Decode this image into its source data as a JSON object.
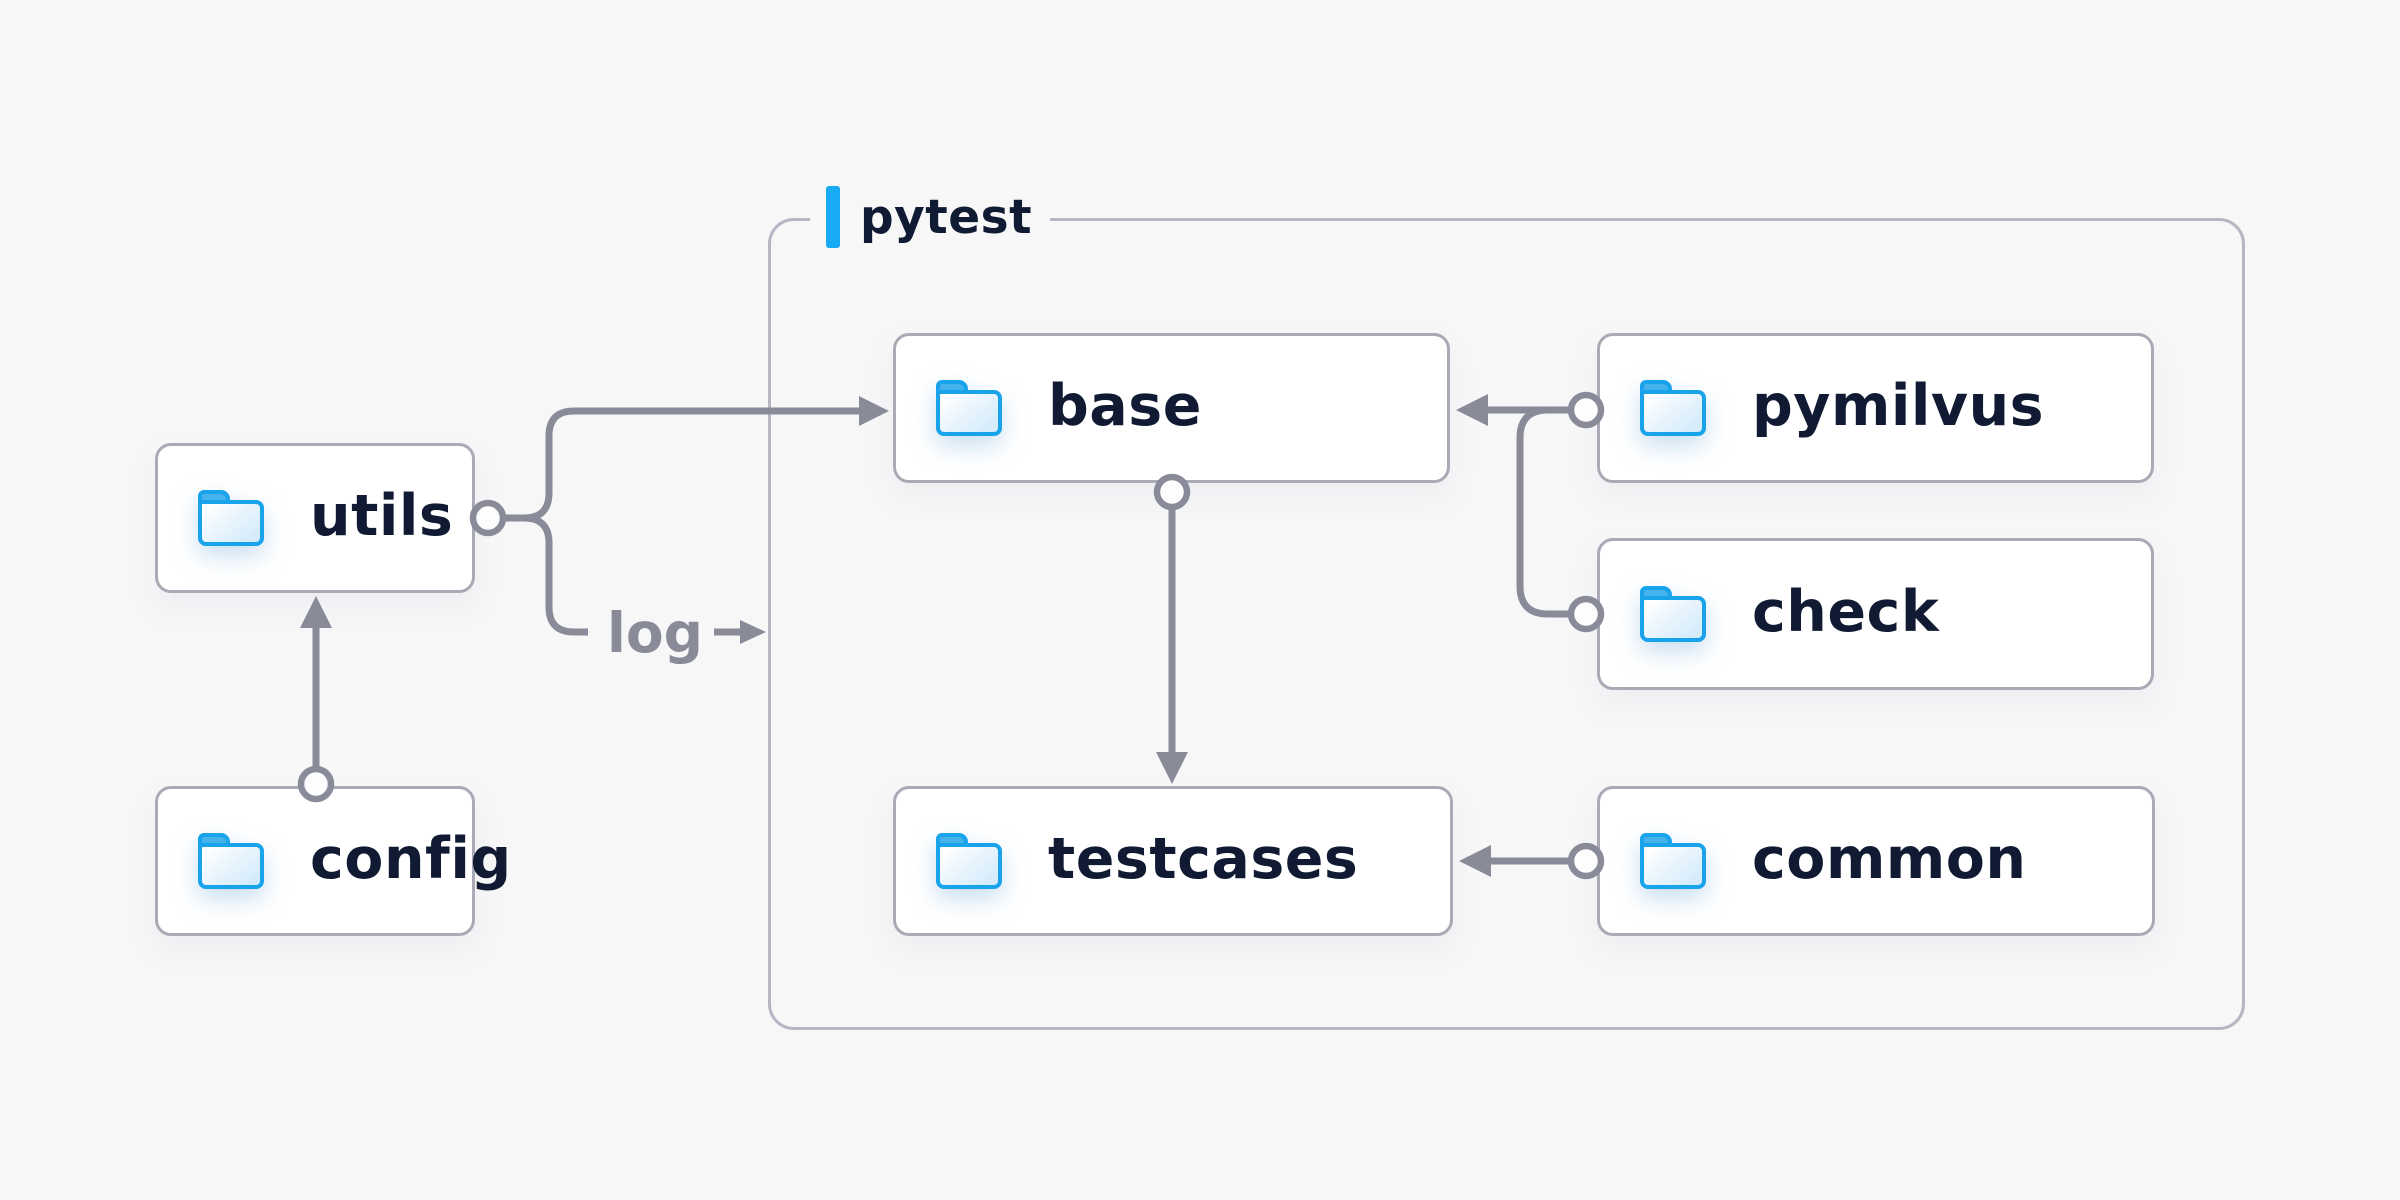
{
  "diagram": {
    "title_group": {
      "label": "pytest",
      "accent_color": "#18aaf2",
      "border_color": "#b5b6c3"
    },
    "nodes": [
      {
        "id": "utils",
        "label": "utils",
        "icon": "folder-icon",
        "inside_group": false
      },
      {
        "id": "config",
        "label": "config",
        "icon": "folder-icon",
        "inside_group": false
      },
      {
        "id": "base",
        "label": "base",
        "icon": "folder-icon",
        "inside_group": true
      },
      {
        "id": "pymilvus",
        "label": "pymilvus",
        "icon": "folder-icon",
        "inside_group": true
      },
      {
        "id": "check",
        "label": "check",
        "icon": "folder-icon",
        "inside_group": true
      },
      {
        "id": "testcases",
        "label": "testcases",
        "icon": "folder-icon",
        "inside_group": true
      },
      {
        "id": "common",
        "label": "common",
        "icon": "folder-icon",
        "inside_group": true
      }
    ],
    "edges": [
      {
        "from": "config",
        "to": "utils",
        "label": ""
      },
      {
        "from": "utils",
        "to": "base",
        "label": ""
      },
      {
        "from": "utils",
        "to": "pytest",
        "label": "log"
      },
      {
        "from": "base",
        "to": "testcases",
        "label": ""
      },
      {
        "from": "pymilvus",
        "to": "base",
        "label": ""
      },
      {
        "from": "check",
        "to": "base",
        "label": ""
      },
      {
        "from": "common",
        "to": "testcases",
        "label": ""
      }
    ],
    "colors": {
      "background": "#f7f7f8",
      "wire": "#8a8b98",
      "node_border": "#a9aab6",
      "node_text": "#101b33",
      "folder_blue": "#18a3ea"
    }
  }
}
